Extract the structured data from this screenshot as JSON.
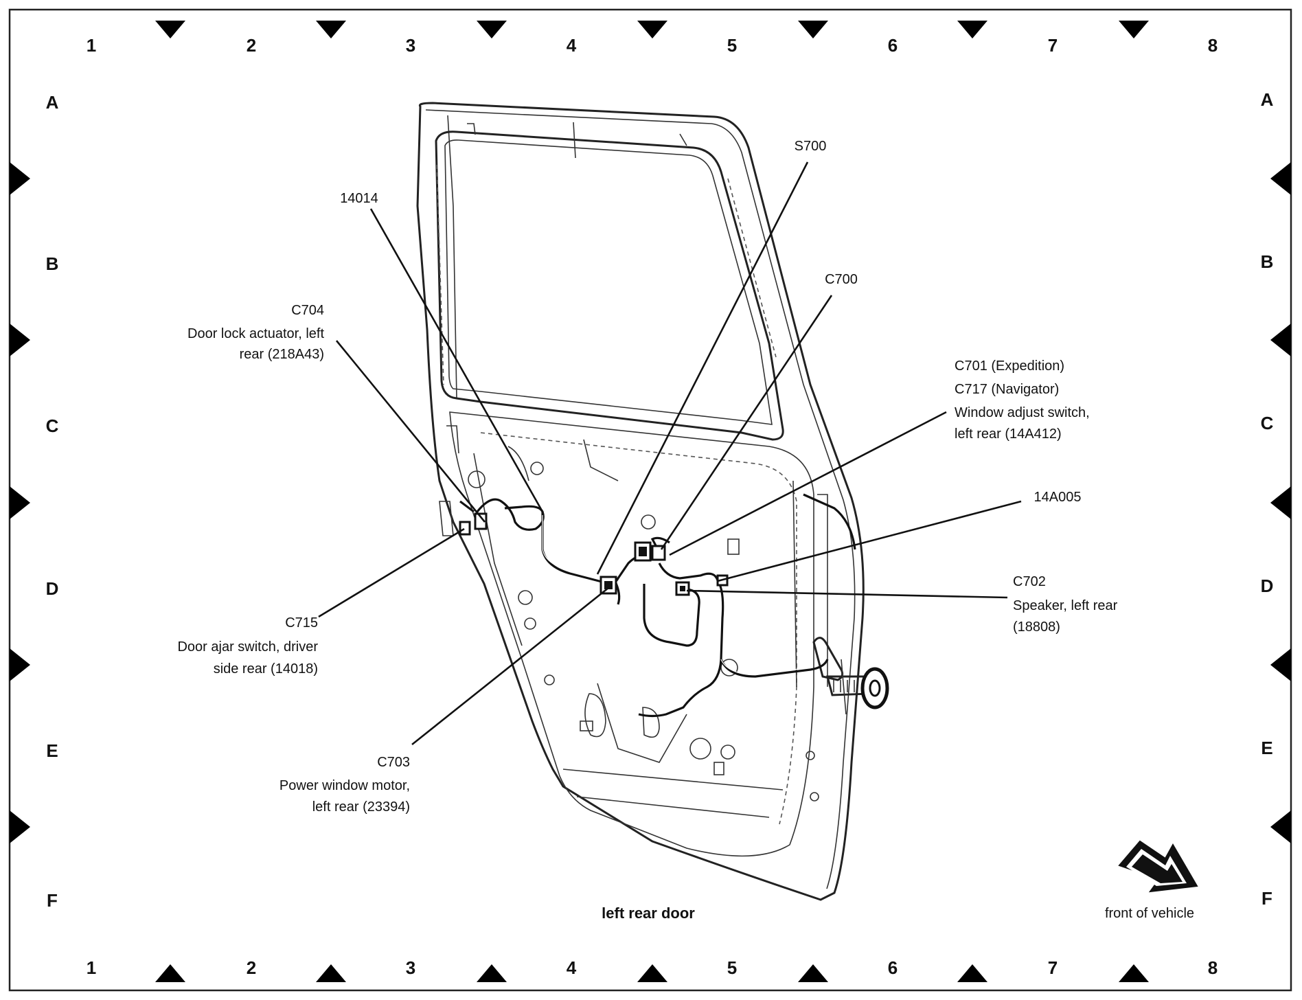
{
  "grid": {
    "columns": [
      "1",
      "2",
      "3",
      "4",
      "5",
      "6",
      "7",
      "8"
    ],
    "rows": [
      "A",
      "B",
      "C",
      "D",
      "E",
      "F"
    ]
  },
  "caption": "left rear door",
  "orientation_label": "front of vehicle",
  "callouts": {
    "s700": [
      "S700"
    ],
    "p14014": [
      "14014"
    ],
    "c700": [
      "C700"
    ],
    "c704": [
      "C704",
      "Door lock actuator, left",
      "rear (218A43)"
    ],
    "c701": [
      "C701 (Expedition)",
      "C717 (Navigator)",
      "Window adjust switch,",
      "left rear (14A412)"
    ],
    "p14a005": [
      "14A005"
    ],
    "c702": [
      "C702",
      "Speaker, left rear",
      "(18808)"
    ],
    "c715": [
      "C715",
      "Door ajar switch, driver",
      "side rear (14018)"
    ],
    "c703": [
      "C703",
      "Power window motor,",
      "left rear (23394)"
    ]
  }
}
